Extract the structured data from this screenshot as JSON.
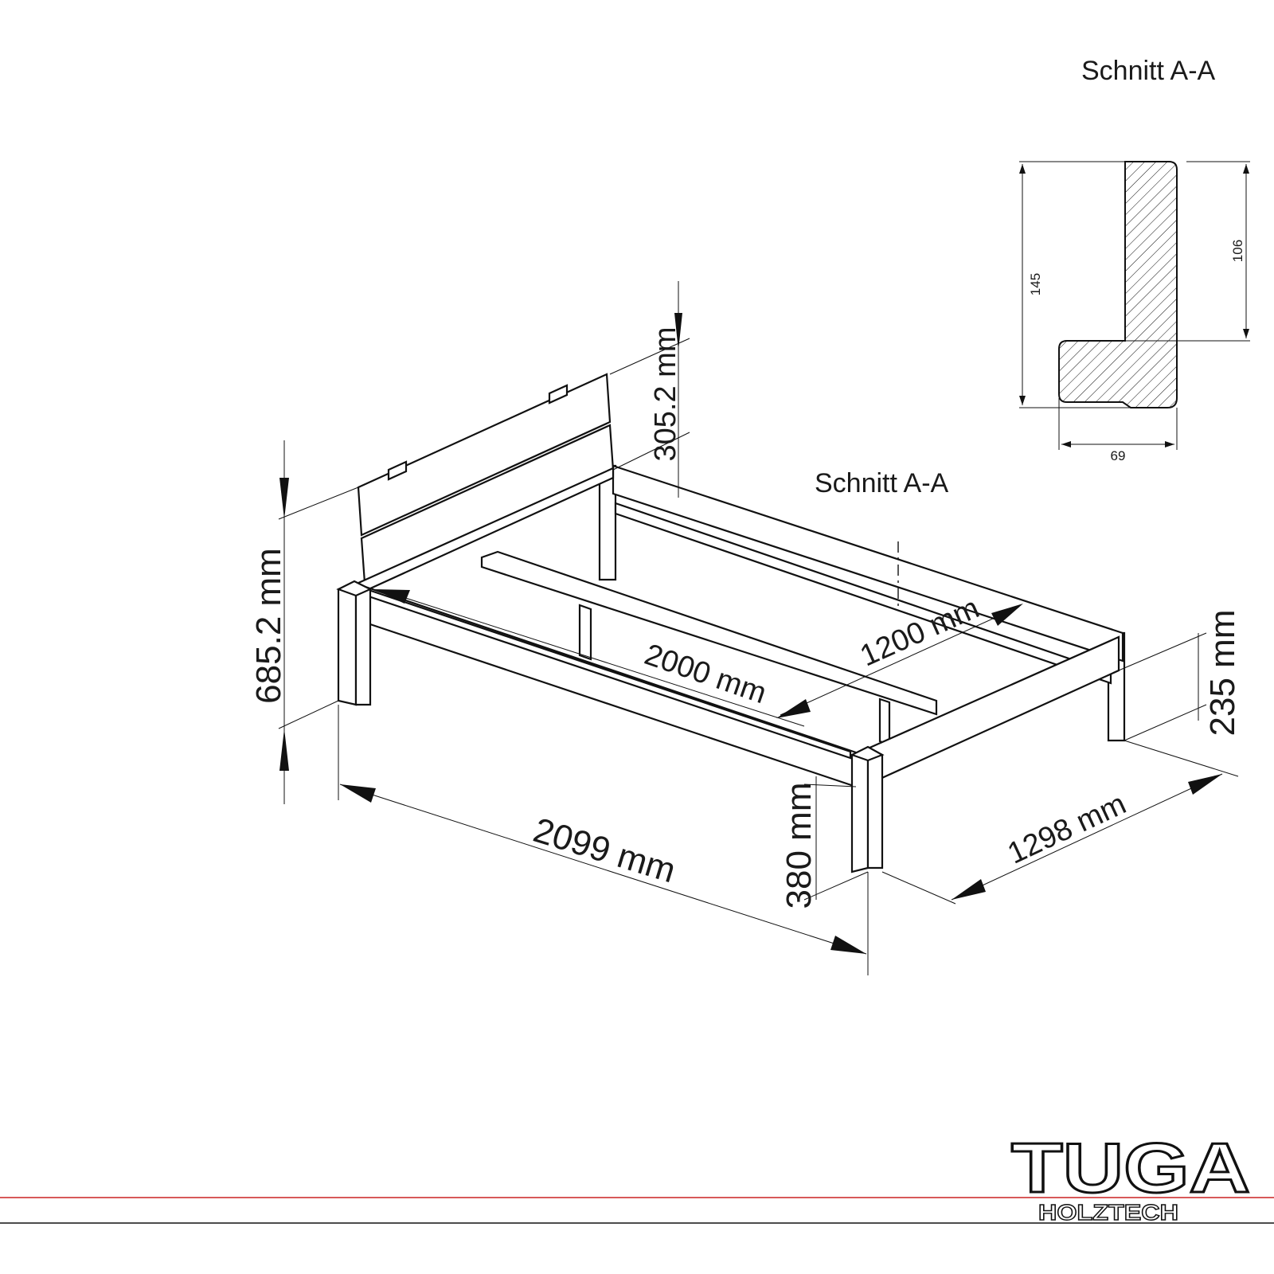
{
  "section_label": "Schnitt A-A",
  "section_marker_label": "Schnitt A-A",
  "dimensions": {
    "headboard_height": "685.2 mm",
    "headboard_panel": "305.2 mm",
    "inner_length": "2000 mm",
    "inner_width": "1200 mm",
    "outer_length": "2099 mm",
    "outer_width": "1298 mm",
    "leg_height": "380 mm",
    "frame_height": "235 mm"
  },
  "profile": {
    "total_height": "145",
    "upper_height": "106",
    "width": "69"
  },
  "logo": {
    "brand": "TUGA",
    "sub": "HOLZTECH"
  },
  "colors": {
    "line": "#111111",
    "accent_red": "#cc2222"
  }
}
